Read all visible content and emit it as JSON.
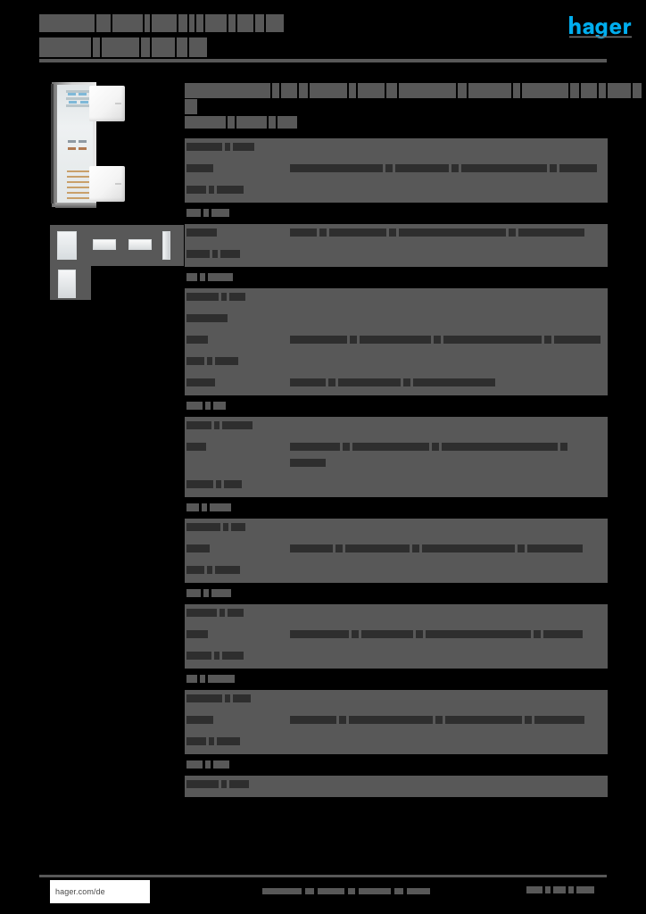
{
  "document": {
    "brand": "hager",
    "brand_color": "#00AEEF",
    "page_background": "#000000",
    "redaction_color": "#585858",
    "header": {
      "line1_blocks": [
        62,
        16,
        34,
        6,
        28,
        10,
        6,
        8,
        24,
        8,
        18,
        10,
        20
      ],
      "line2_blocks": [
        58,
        8,
        42,
        10,
        26,
        12,
        20
      ]
    },
    "logo": {
      "name": "hager-logo",
      "text": "hager",
      "color": "#00AEEF"
    },
    "title": {
      "name": "product-title",
      "blocks": [
        96,
        8,
        18,
        10,
        42,
        8,
        30,
        12,
        64,
        10,
        48,
        8,
        52,
        10,
        18,
        8,
        26,
        10,
        14
      ]
    },
    "subtitle": {
      "name": "product-subtitle",
      "blocks": [
        46,
        8,
        34,
        8,
        22
      ]
    },
    "table": {
      "name": "specification-table",
      "rows": [
        {
          "shade": true,
          "height": 17,
          "label": [
            40,
            6,
            24
          ],
          "value": []
        },
        {
          "shade": true,
          "height": 12,
          "label": [
            30
          ],
          "value": [
            104,
            8,
            60,
            8,
            96,
            8,
            42
          ]
        },
        {
          "shade": true,
          "height": 11,
          "label": [
            22,
            6,
            30
          ],
          "value": []
        },
        {
          "shade": false,
          "height": 10,
          "label": [
            16,
            6,
            20
          ],
          "value": []
        },
        {
          "shade": true,
          "height": 12,
          "label": [
            34
          ],
          "value": [
            30,
            8,
            64,
            8,
            120,
            8,
            74
          ]
        },
        {
          "shade": true,
          "height": 11,
          "label": [
            26,
            6,
            22
          ],
          "value": []
        },
        {
          "shade": false,
          "height": 11,
          "label": [
            12,
            6,
            28
          ],
          "value": []
        },
        {
          "shade": true,
          "height": 13,
          "label": [
            36,
            6,
            18
          ],
          "value": []
        },
        {
          "shade": true,
          "height": 16,
          "label": [
            46
          ],
          "value": []
        },
        {
          "shade": true,
          "height": 12,
          "label": [
            24
          ],
          "value": [
            64,
            8,
            80,
            8,
            110,
            8,
            52
          ]
        },
        {
          "shade": true,
          "height": 11,
          "label": [
            20,
            6,
            26
          ],
          "value": []
        },
        {
          "shade": true,
          "height": 11,
          "label": [
            32
          ],
          "value": [
            40,
            8,
            70,
            8,
            92
          ]
        },
        {
          "shade": false,
          "height": 10,
          "label": [
            18,
            6,
            14
          ],
          "value": []
        },
        {
          "shade": true,
          "height": 13,
          "label": [
            28,
            6,
            34
          ],
          "value": []
        },
        {
          "shade": true,
          "height": 12,
          "label": [
            22
          ],
          "value": [
            56,
            8,
            86,
            8,
            130,
            8,
            40
          ]
        },
        {
          "shade": true,
          "height": 11,
          "label": [
            30,
            6,
            20
          ],
          "value": []
        },
        {
          "shade": false,
          "height": 10,
          "label": [
            14,
            6,
            24
          ],
          "value": []
        },
        {
          "shade": true,
          "height": 13,
          "label": [
            38,
            6,
            16
          ],
          "value": []
        },
        {
          "shade": true,
          "height": 14,
          "label": [
            26
          ],
          "value": [
            48,
            8,
            72,
            8,
            104,
            8,
            62
          ]
        },
        {
          "shade": true,
          "height": 12,
          "label": [
            20,
            6,
            28
          ],
          "value": []
        },
        {
          "shade": false,
          "height": 11,
          "label": [
            16,
            6,
            22
          ],
          "value": []
        },
        {
          "shade": true,
          "height": 12,
          "label": [
            34,
            6,
            18
          ],
          "value": []
        },
        {
          "shade": true,
          "height": 13,
          "label": [
            24
          ],
          "value": [
            66,
            8,
            58,
            8,
            118,
            8,
            44
          ]
        },
        {
          "shade": true,
          "height": 11,
          "label": [
            28,
            6,
            24
          ],
          "value": []
        },
        {
          "shade": false,
          "height": 10,
          "label": [
            12,
            6,
            30
          ],
          "value": []
        },
        {
          "shade": true,
          "height": 14,
          "label": [
            40,
            6,
            20
          ],
          "value": []
        },
        {
          "shade": true,
          "height": 13,
          "label": [
            30
          ],
          "value": [
            52,
            8,
            94,
            8,
            86,
            8,
            56
          ]
        },
        {
          "shade": true,
          "height": 12,
          "label": [
            22,
            6,
            26
          ],
          "value": []
        },
        {
          "shade": false,
          "height": 11,
          "label": [
            18,
            6,
            18
          ],
          "value": []
        },
        {
          "shade": true,
          "height": 15,
          "label": [
            36,
            6,
            22
          ],
          "value": []
        }
      ]
    },
    "media": {
      "name": "product-image-gallery",
      "hero_alt": "electrical-meter-cabinet",
      "thumbnail_count": 5
    },
    "footer": {
      "name": "page-footer",
      "url": "hager.com/de",
      "center_blocks": [
        44,
        10,
        30,
        8,
        36,
        10,
        26
      ],
      "right_blocks": [
        18,
        6,
        14,
        6,
        20
      ]
    }
  }
}
